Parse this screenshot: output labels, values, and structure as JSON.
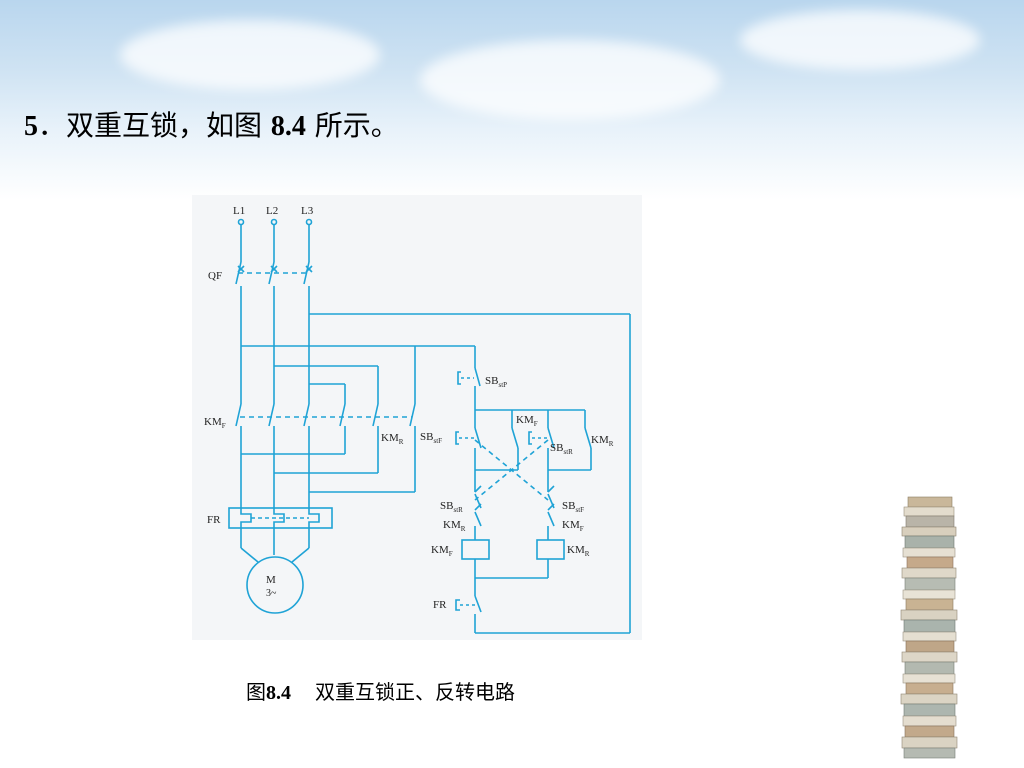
{
  "heading": {
    "number": "5",
    "text": "．双重互锁，如图 ",
    "ref": "8.4",
    "tail": " 所示。"
  },
  "figure": {
    "caption_prefix": "图",
    "caption_number": "8.4",
    "caption_text": "双重互锁正、反转电路"
  },
  "labels": {
    "l1": "L1",
    "l2": "L2",
    "l3": "L3",
    "qf": "QF",
    "km": "KM",
    "sub_f": "F",
    "sub_r": "R",
    "fr": "FR",
    "sb": "SB",
    "sub_stp": "stP",
    "sub_stf": "stF",
    "sub_str": "stR",
    "motor_m": "M",
    "motor_phase": "3~"
  },
  "colors": {
    "wire": "#1fa3d6",
    "background": "#f4f6f8"
  }
}
